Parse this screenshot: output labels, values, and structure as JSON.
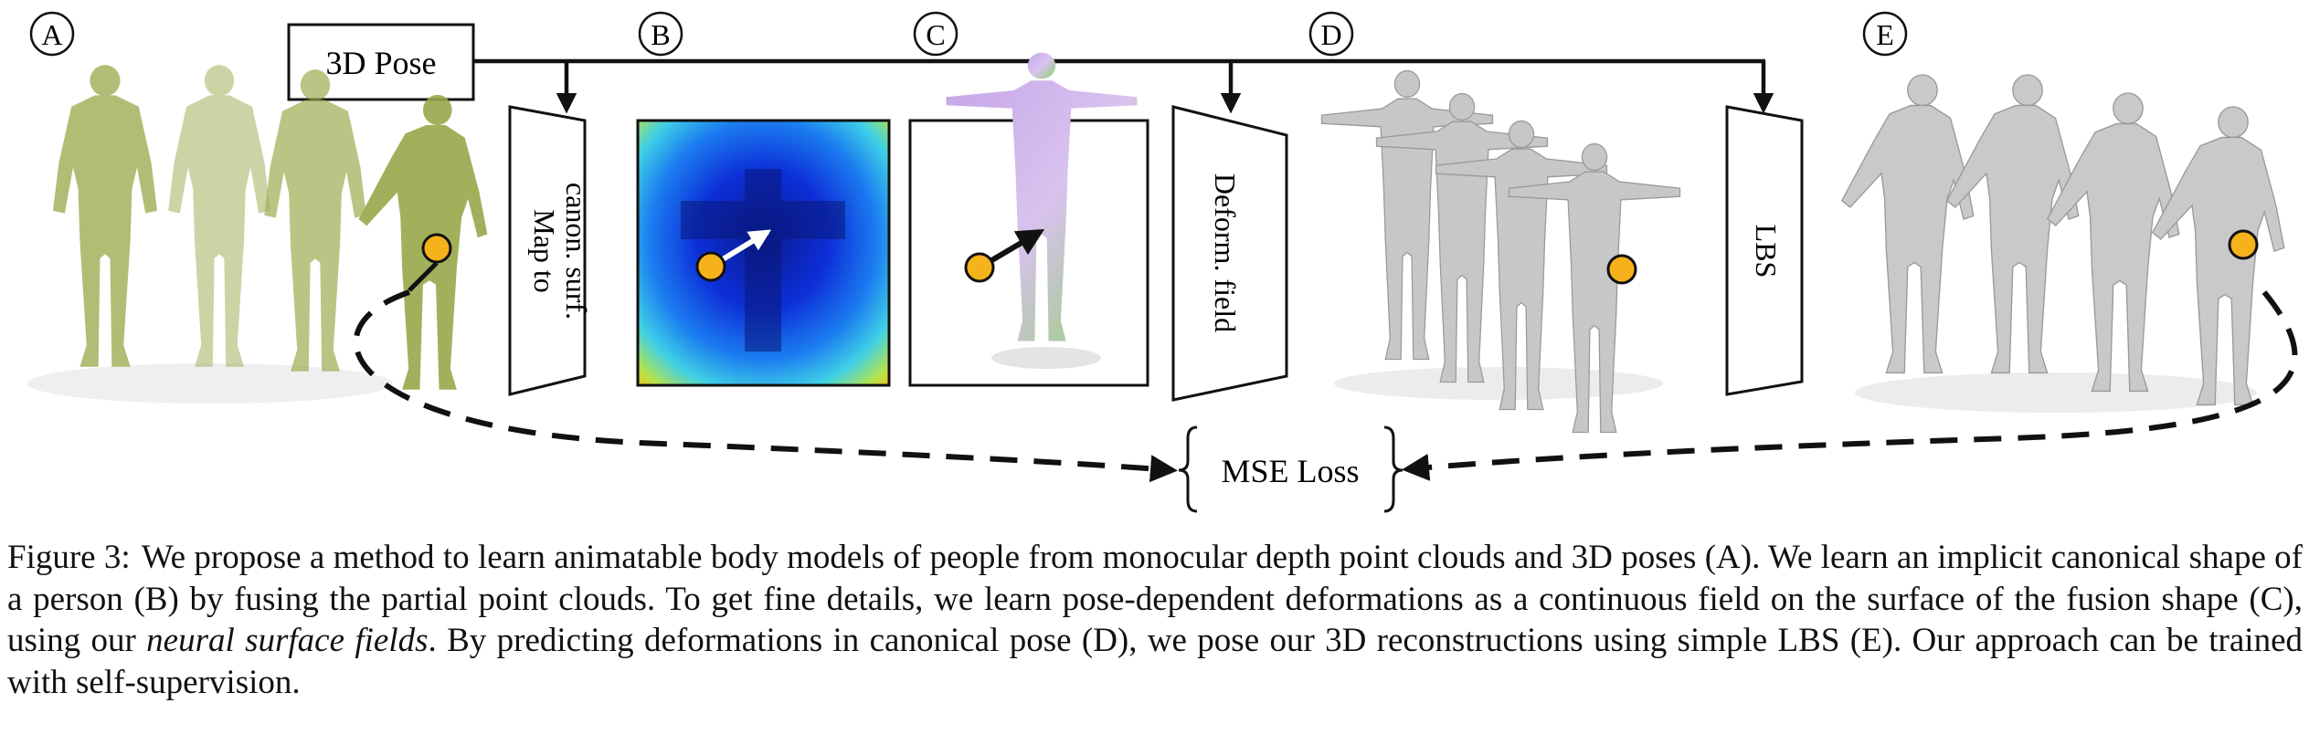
{
  "diagram": {
    "labels": {
      "a": "A",
      "b": "B",
      "c": "C",
      "d": "D",
      "e": "E"
    },
    "pose_box": "3D Pose",
    "map_block": [
      "Map to",
      "canon. surf."
    ],
    "deform_block": "Deform. field",
    "lbs_block": "LBS",
    "loss": "MSE Loss",
    "colors": {
      "point_cloud": "#98a84a",
      "mesh": "#c7c7c7",
      "point_marker": "#f5b21b",
      "arrow": "#111111"
    }
  },
  "caption": {
    "label": "Figure 3:",
    "part1": "We propose a method to learn animatable body models of people from monocular depth point clouds and 3D poses (A). We learn an implicit canonical shape of a person (B) by fusing the partial point clouds. To get fine details, we learn pose-dependent deformations as a continuous field on the surface of the fusion shape (C), using our ",
    "emphasis": "neural surface fields",
    "part2": ". By predicting deformations in canonical pose (D), we pose our 3D reconstructions using simple LBS (E). Our approach can be trained with self-supervision."
  }
}
